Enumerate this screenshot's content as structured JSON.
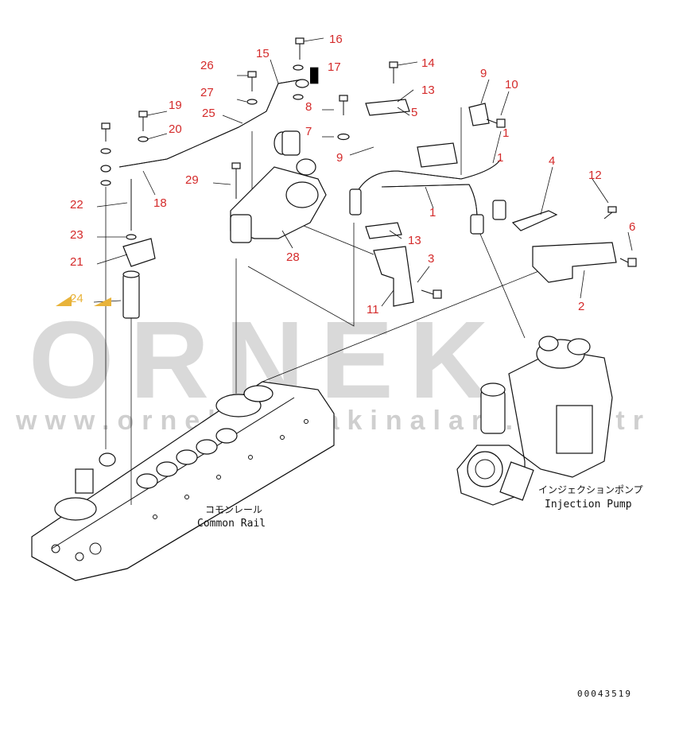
{
  "watermark": {
    "brand": "ORNEK",
    "url": "www.orneksismakinalari.com.tr"
  },
  "labels": {
    "common_rail_jp": "コモンレール",
    "common_rail_en": "Common Rail",
    "injection_pump_jp": "インジェクションポンプ",
    "injection_pump_en": "Injection Pump"
  },
  "drawing_number": "00043519",
  "callouts": [
    {
      "id": "c1a",
      "text": "1"
    },
    {
      "id": "c1b",
      "text": "1"
    },
    {
      "id": "c1c",
      "text": "1"
    },
    {
      "id": "c2",
      "text": "2"
    },
    {
      "id": "c3",
      "text": "3"
    },
    {
      "id": "c4",
      "text": "4"
    },
    {
      "id": "c5",
      "text": "5"
    },
    {
      "id": "c6",
      "text": "6"
    },
    {
      "id": "c7",
      "text": "7"
    },
    {
      "id": "c8",
      "text": "8"
    },
    {
      "id": "c9a",
      "text": "9"
    },
    {
      "id": "c9b",
      "text": "9"
    },
    {
      "id": "c10",
      "text": "10"
    },
    {
      "id": "c11",
      "text": "11"
    },
    {
      "id": "c12",
      "text": "12"
    },
    {
      "id": "c13a",
      "text": "13"
    },
    {
      "id": "c13b",
      "text": "13"
    },
    {
      "id": "c14",
      "text": "14"
    },
    {
      "id": "c15",
      "text": "15"
    },
    {
      "id": "c16",
      "text": "16"
    },
    {
      "id": "c17",
      "text": "17"
    },
    {
      "id": "c18",
      "text": "18"
    },
    {
      "id": "c19",
      "text": "19"
    },
    {
      "id": "c20",
      "text": "20"
    },
    {
      "id": "c21",
      "text": "21"
    },
    {
      "id": "c22",
      "text": "22"
    },
    {
      "id": "c23",
      "text": "23"
    },
    {
      "id": "c24",
      "text": "24",
      "highlight": "#e8b33a"
    },
    {
      "id": "c25",
      "text": "25"
    },
    {
      "id": "c26",
      "text": "26"
    },
    {
      "id": "c27",
      "text": "27"
    },
    {
      "id": "c28",
      "text": "28"
    },
    {
      "id": "c29",
      "text": "29"
    }
  ],
  "colors": {
    "callout": "#d42a2a",
    "highlight": "#e8b33a",
    "watermark": "#d9d9d9",
    "line": "#111111"
  }
}
